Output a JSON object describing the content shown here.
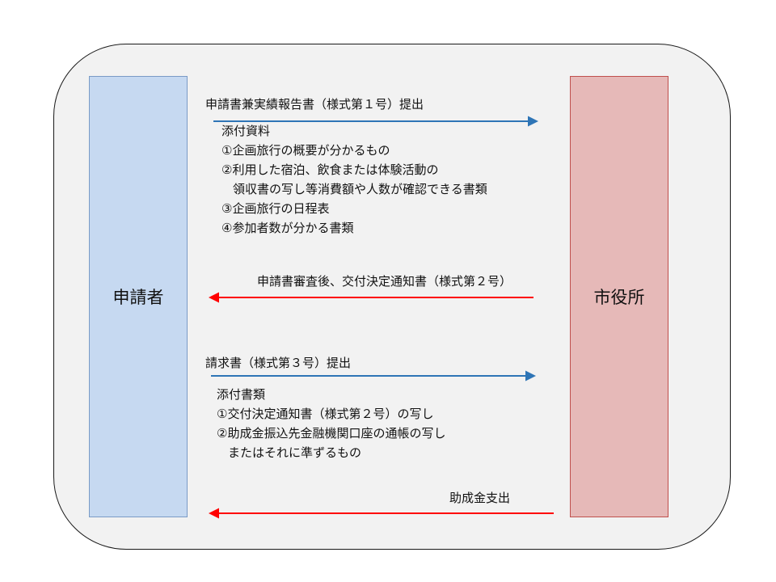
{
  "colors": {
    "applicant_fill": "#c6d9f1",
    "applicant_border": "#7a9bc6",
    "office_fill": "#e6b9b8",
    "office_border": "#c0504d",
    "arrow_submit": "#2e75b6",
    "arrow_return": "#ff0000"
  },
  "lanes": {
    "applicant": "申請者",
    "office": "市役所"
  },
  "steps": {
    "step1": {
      "label": "申請書兼実績報告書（様式第１号）提出",
      "attachments_heading": "添付資料",
      "attachments": [
        "①企画旅行の概要が分かるもの",
        "②利用した宿泊、飲食または体験活動の",
        "領収書の写し等消費額や人数が確認できる書類",
        "③企画旅行の日程表",
        "④参加者数が分かる書類"
      ]
    },
    "step2": {
      "label": "申請書審査後、交付決定通知書（様式第２号）"
    },
    "step3": {
      "label": "請求書（様式第３号）提出",
      "attachments_heading": "添付書類",
      "attachments": [
        "①交付決定通知書（様式第２号）の写し",
        "②助成金振込先金融機関口座の通帳の写し",
        "またはそれに準ずるもの"
      ]
    },
    "step4": {
      "label": "助成金支出"
    }
  }
}
